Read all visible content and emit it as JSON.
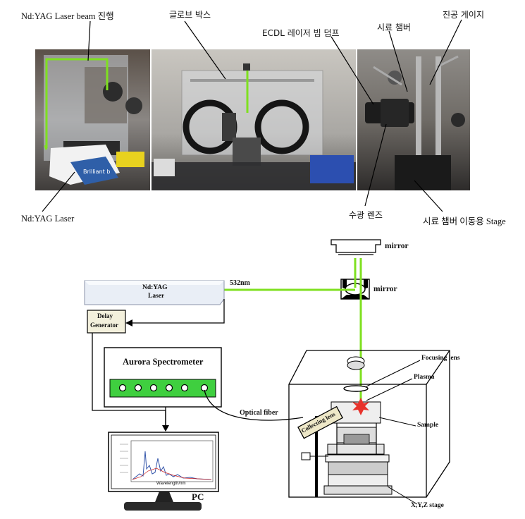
{
  "photo_labels": {
    "laser_beam_path": "Nd:YAG Laser beam 진행",
    "glove_box": "글로브 박스",
    "ecdl_beam_dump": "ECDL 레이저 빔 덤프",
    "sample_chamber": "시료 챔버",
    "vacuum_gauge": "진공 게이지",
    "nd_yag_laser": "Nd:YAG Laser",
    "collection_lens": "수광 렌즈",
    "chamber_stage": "시료 챔버 이동용 Stage"
  },
  "photo_brand_text": "Brilliant b",
  "diagram": {
    "mirror_top": "mirror",
    "mirror_mid": "mirror",
    "wavelength": "532nm",
    "laser_line1": "Nd:YAG",
    "laser_line2": "Laser",
    "delay_line1": "Delay",
    "delay_line2": "Generator",
    "spectrometer": "Aurora Spectrometer",
    "optical_fiber": "Optical fiber",
    "collecting_lens": "Collecting lens",
    "focusing_lens": "Focusing lens",
    "plasma": "Plasma",
    "sample": "Sample",
    "stage": "X,Y,Z stage",
    "pc": "PC",
    "monitor_xlabel": "Wavelength/nm"
  },
  "colors": {
    "beam": "#7fe020",
    "spectrometer_panel": "#3fcf3f",
    "laser_body": "#e9eef6",
    "delay_box": "#f3f0dc",
    "plasma": "#e8322b"
  }
}
